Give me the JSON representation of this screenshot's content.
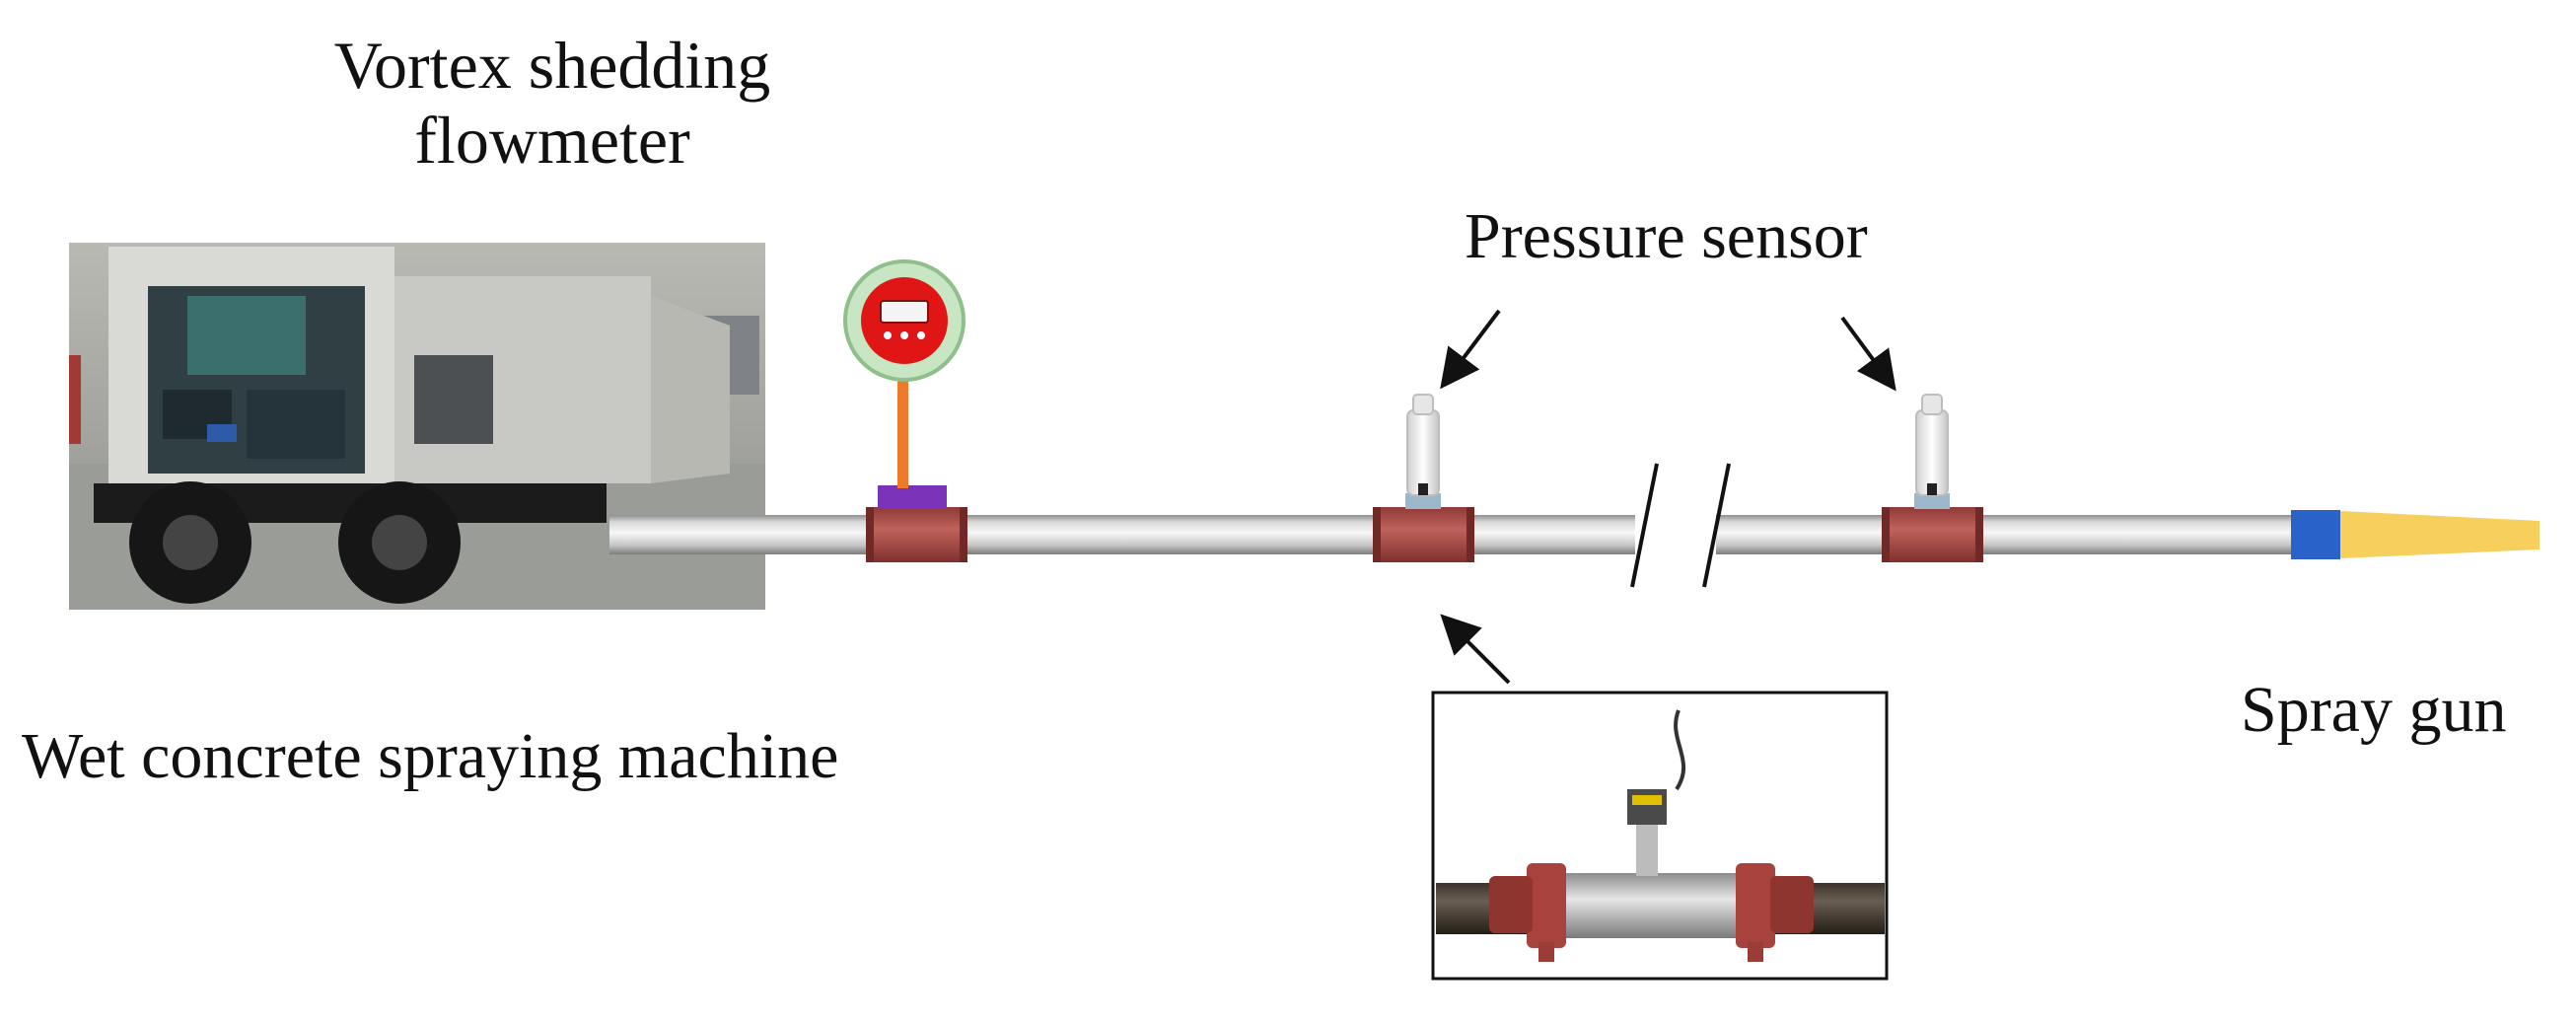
{
  "labels": {
    "flowmeter_line1": "Vortex shedding",
    "flowmeter_line2": "flowmeter",
    "pressure_sensor": "Pressure sensor",
    "machine": "Wet concrete spraying machine",
    "spray_gun": "Spray gun"
  },
  "colors": {
    "pipe_light": "#eeeeee",
    "pipe_dark": "#a9a9a9",
    "clamp": "#b5534e",
    "flowmeter_ring": "#c8e6c4",
    "flowmeter_face": "#e01616",
    "flowmeter_stem": "#ee7a2a",
    "flowmeter_base": "#7a32b8",
    "nozzle_blue": "#2962c9",
    "nozzle_yellow": "#f7cf5c"
  }
}
